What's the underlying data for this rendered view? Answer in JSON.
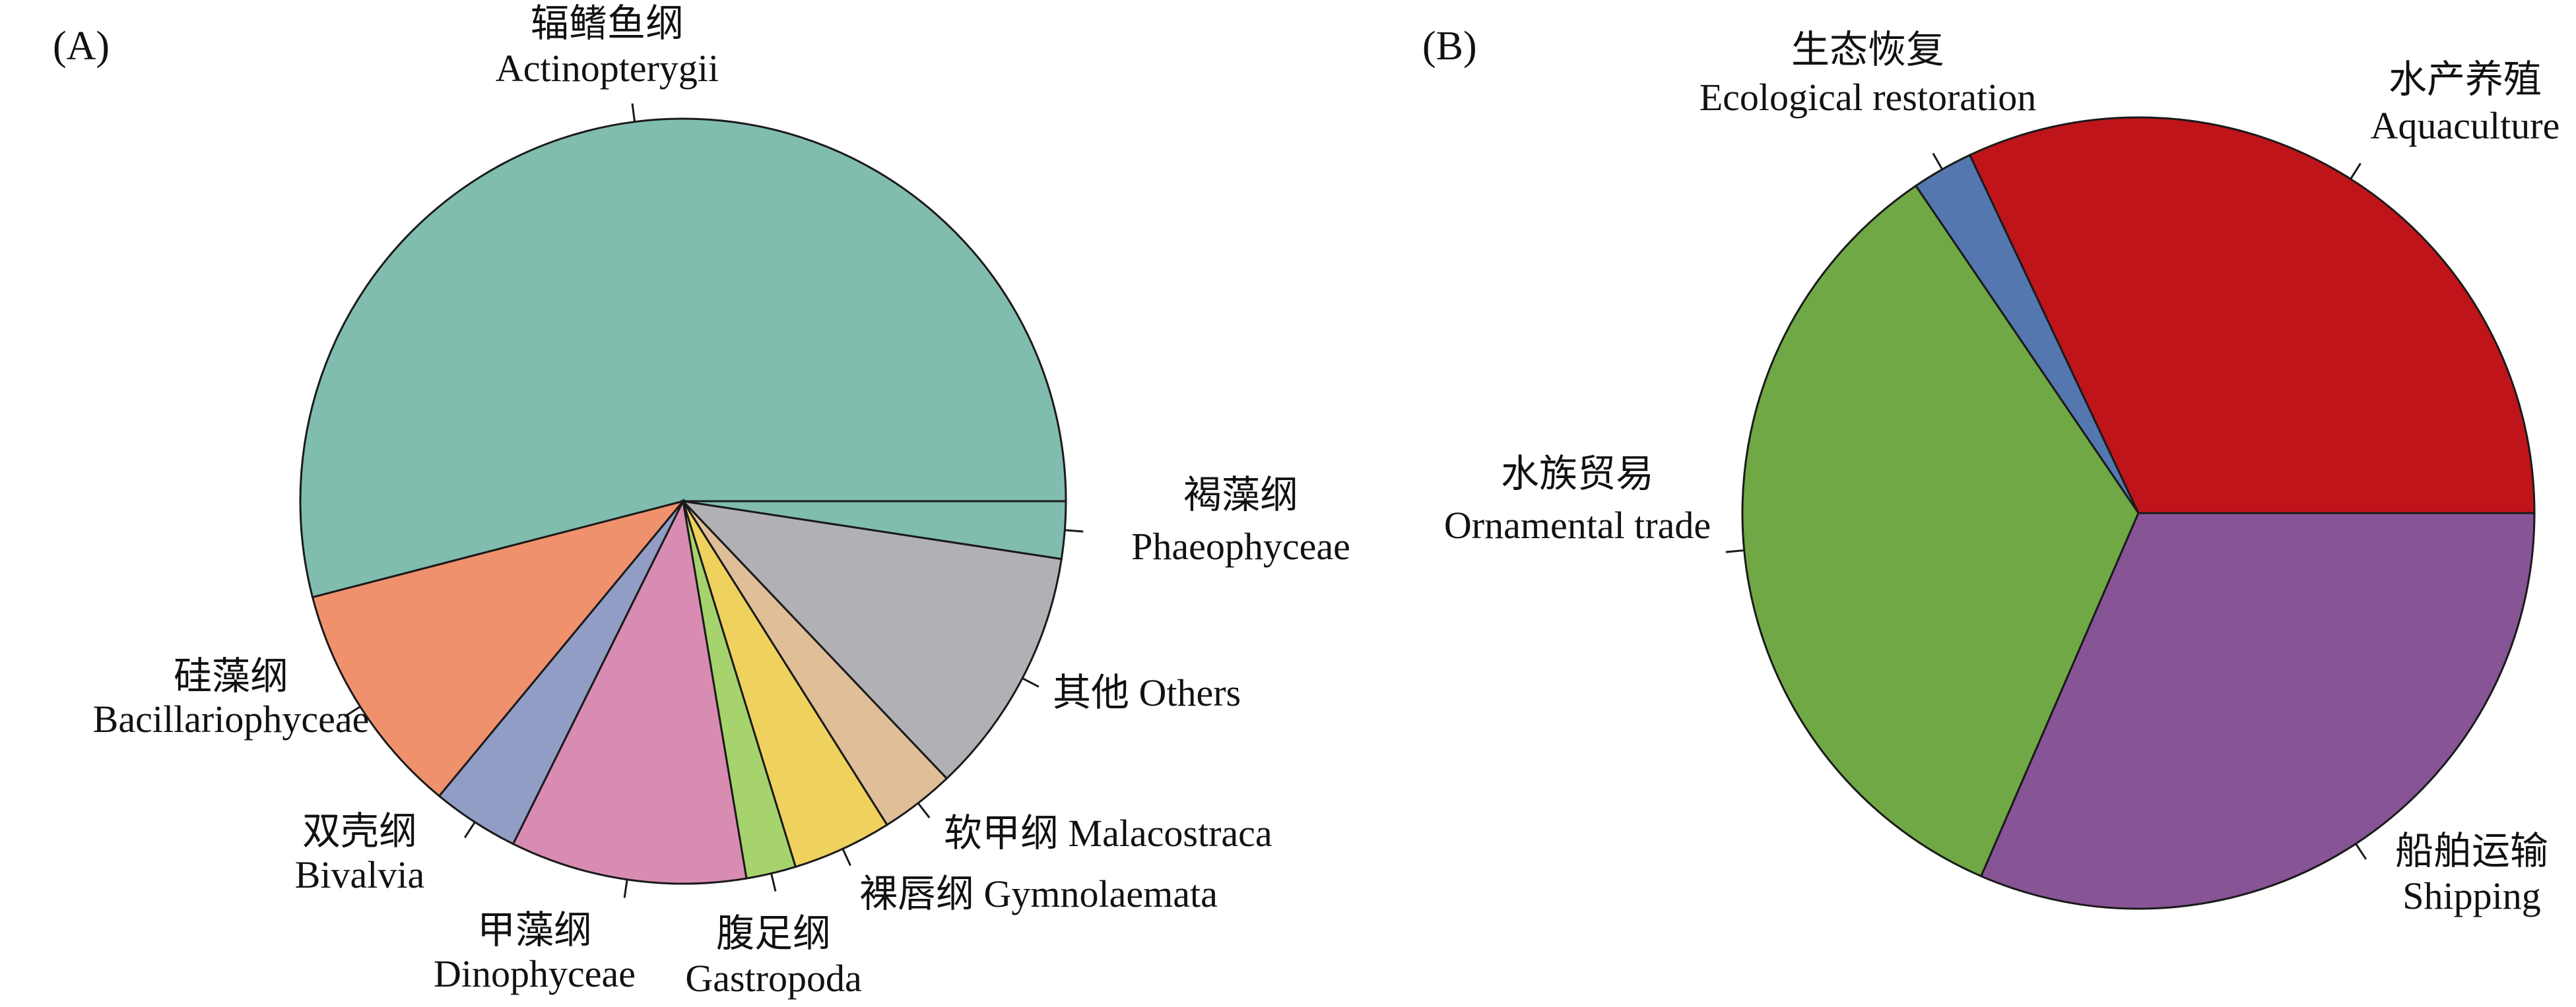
{
  "chart_data": [
    {
      "type": "pie",
      "panel_label": "(A)",
      "slices": [
        {
          "cn": "辐鳍鱼纲",
          "en": "Actinopterygii",
          "value": 51.5,
          "color": "#80bdae"
        },
        {
          "cn": "硅藻纲",
          "en": "Bacillariophyceae",
          "value": 9.5,
          "color": "#f0916d"
        },
        {
          "cn": "双壳纲",
          "en": "Bivalvia",
          "value": 3.5,
          "color": "#929dc6"
        },
        {
          "cn": "甲藻纲",
          "en": "Dinophyceae",
          "value": 9.5,
          "color": "#d98cb2"
        },
        {
          "cn": "腹足纲",
          "en": "Gastropoda",
          "value": 2.0,
          "color": "#a6d36d"
        },
        {
          "cn": "裸唇纲",
          "en": "Gymnolaemata",
          "value": 4.0,
          "color": "#efd25d"
        },
        {
          "cn": "软甲纲",
          "en": "Malacostraca",
          "value": 3.0,
          "color": "#dfbe98"
        },
        {
          "cn": "其他",
          "en": "Others",
          "value": 10.0,
          "color": "#b1b0b5"
        },
        {
          "cn": "褐藻纲",
          "en": "Phaeophyceae",
          "value": 2.3,
          "color": "#80bdae"
        }
      ]
    },
    {
      "type": "pie",
      "panel_label": "(B)",
      "slices": [
        {
          "cn": "水产养殖",
          "en": "Aquaculture",
          "value": 32.0,
          "color": "#c0141b"
        },
        {
          "cn": "生态恢复",
          "en": "Ecological restoration",
          "value": 2.5,
          "color": "#5577b0"
        },
        {
          "cn": "水族贸易",
          "en": "Ornamental trade",
          "value": 34.0,
          "color": "#6fa845"
        },
        {
          "cn": "船舶运输",
          "en": "Shipping",
          "value": 31.5,
          "color": "#875496"
        }
      ]
    }
  ]
}
